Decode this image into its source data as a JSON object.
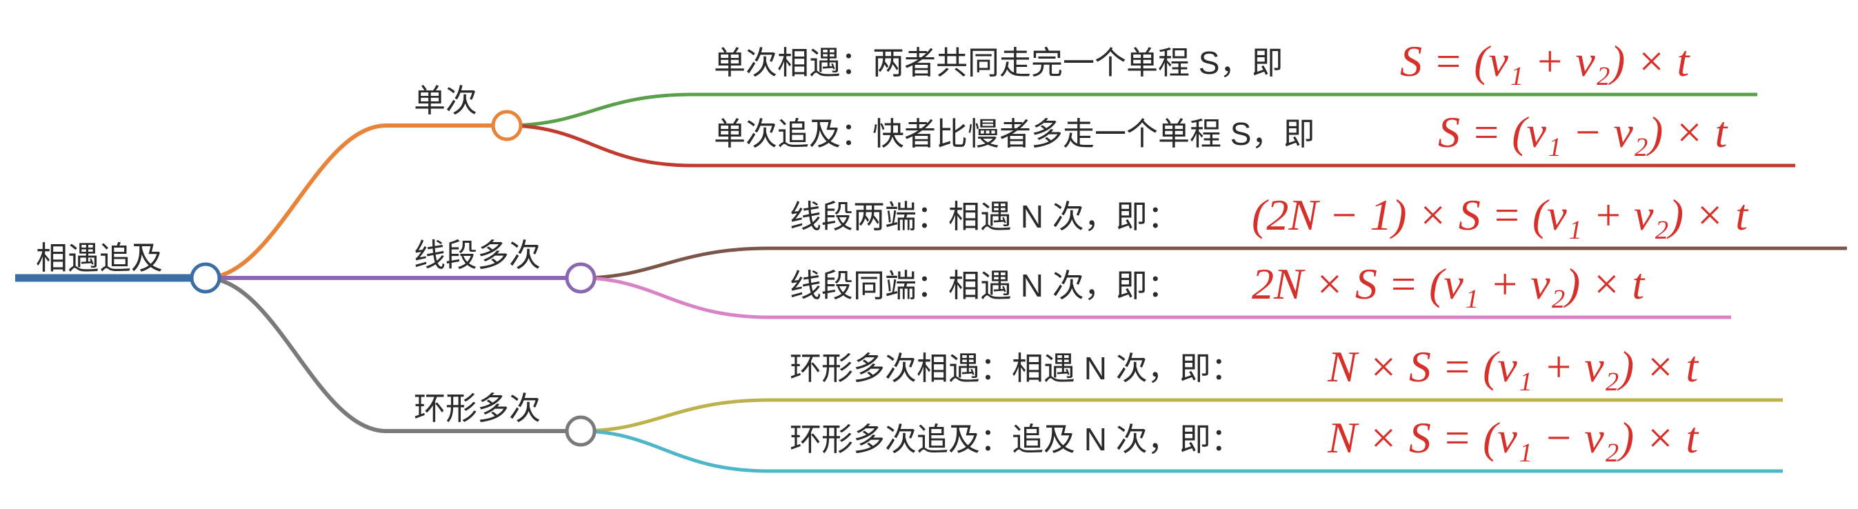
{
  "root": {
    "label": "相遇追及",
    "color": "#3a6ea5"
  },
  "branches": [
    {
      "label": "单次",
      "color": "#e8843a",
      "leaves": [
        {
          "text": "单次相遇：两者共同走完一个单程 S，即",
          "formula": "S = (v₁ + v₂) × t",
          "color": "#5aa04a"
        },
        {
          "text": "单次追及：快者比慢者多走一个单程 S，即",
          "formula": "S = (v₁ − v₂) × t",
          "color": "#c03a2e"
        }
      ]
    },
    {
      "label": "线段多次",
      "color": "#8a67b0",
      "leaves": [
        {
          "text": "线段两端：相遇 N 次，即：",
          "formula": "(2N − 1) × S = (v₁ + v₂) × t",
          "color": "#7b5549"
        },
        {
          "text": "线段同端：相遇 N 次，即：",
          "formula": "2N × S = (v₁ + v₂) × t",
          "color": "#d883c6"
        }
      ]
    },
    {
      "label": "环形多次",
      "color": "#7a7a7a",
      "leaves": [
        {
          "text": "环形多次相遇：相遇 N 次，即：",
          "formula": "N × S = (v₁ + v₂) × t",
          "color": "#bdb24a"
        },
        {
          "text": "环形多次追及：追及 N 次，即：",
          "formula": "N × S = (v₁ − v₂) × t",
          "color": "#4db6c8"
        }
      ]
    }
  ]
}
